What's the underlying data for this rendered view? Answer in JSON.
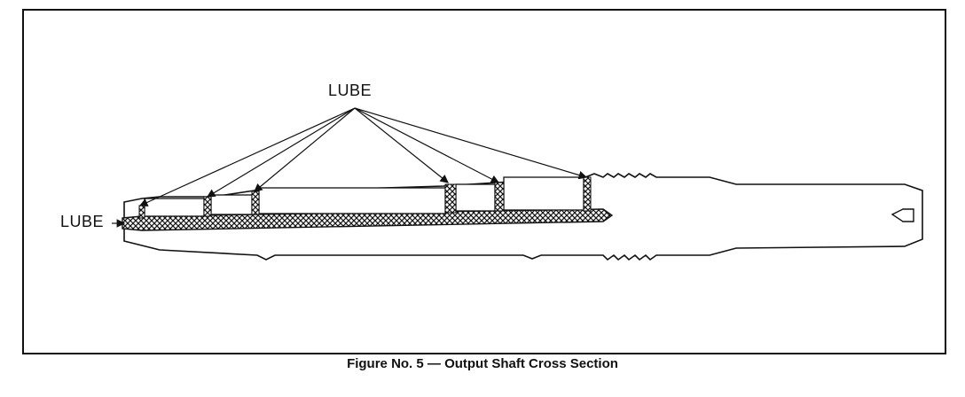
{
  "labels": {
    "lube_top": "LUBE",
    "lube_left": "LUBE"
  },
  "caption": "Figure No. 5 — Output Shaft Cross Section"
}
